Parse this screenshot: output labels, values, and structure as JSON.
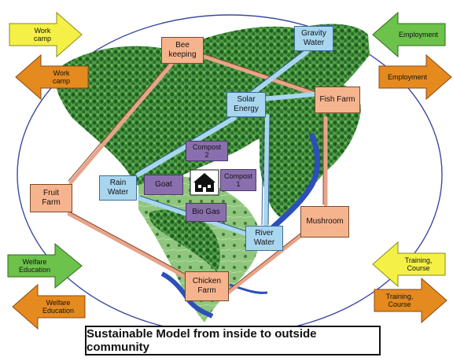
{
  "title": "Sustainable Model from inside to outside community",
  "nodes": {
    "bee_keeping": "Bee\nkeeping",
    "gravity_water": "Gravity\nWater",
    "solar_energy": "Solar\nEnergy",
    "fish_farm": "Fish Farm",
    "fruit_farm": "Fruit\nFarm",
    "rain_water": "Rain\nWater",
    "goat": "Goat",
    "compost_2": "Compost\n2",
    "compost_1": "Compost\n1",
    "bio_gas": "Bio Gas",
    "river_water": "River\nWater",
    "mushroom": "Mushroom",
    "chicken_farm": "Chicken\nFarm"
  },
  "side_arrows": {
    "work_camp_in": "Work\ncamp",
    "work_camp_out": "Work\ncamp",
    "employment_in": "Employment",
    "employment_out": "Employment",
    "welfare_education_in": "Welfare\nEducation",
    "welfare_education_out": "Welfare\nEducation",
    "training_course_in": "Training,\nCourse",
    "training_course_out": "Training,\nCourse"
  },
  "colors": {
    "green_arrow": "#6cc24a",
    "orange_arrow": "#e58a1f",
    "yellow_arrow": "#f4f046",
    "orange_box": "#f6b48e",
    "blue_box": "#a9d6ef",
    "purple_box": "#8a6fae",
    "land": "#3e8a3a",
    "ellipse": "#3b4aa0"
  },
  "icons": {
    "center": "house-icon"
  }
}
